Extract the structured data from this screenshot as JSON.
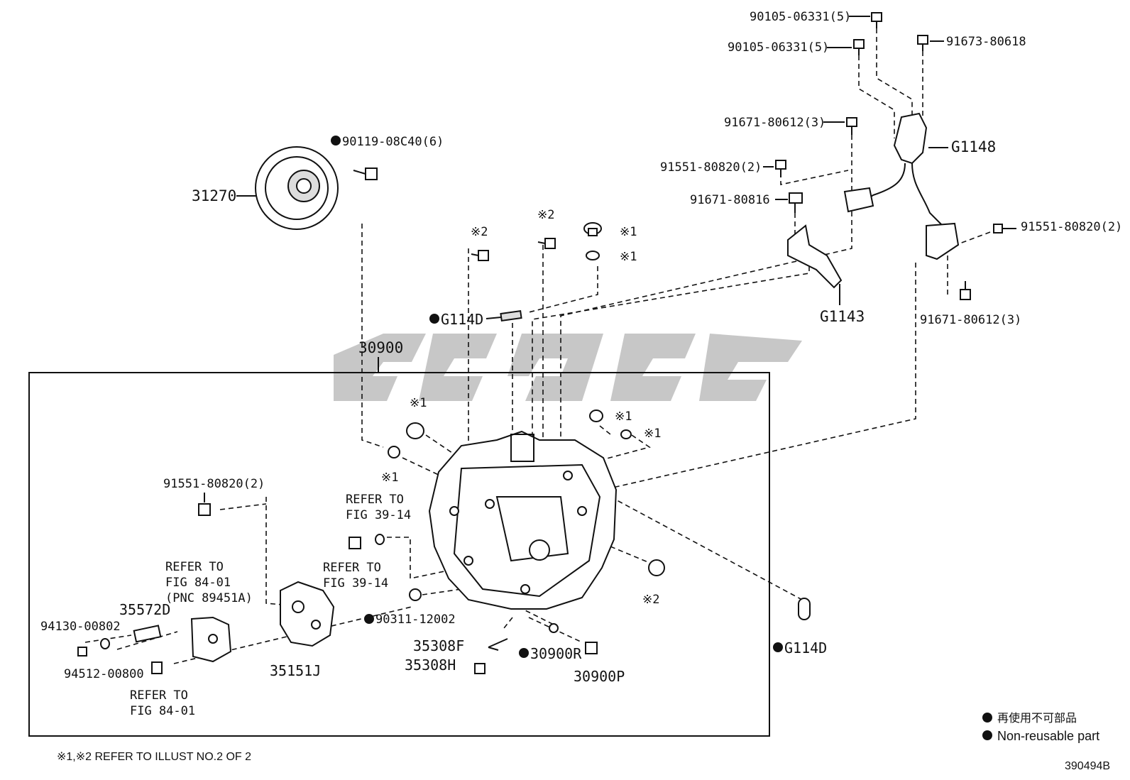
{
  "labels": {
    "p90105_a": "90105-06331(5)",
    "p90105_b": "90105-06331(5)",
    "p91673": "91673-80618",
    "p91671_80612_top": "91671-80612(3)",
    "pG1148": "G1148",
    "p91551_top": "91551-80820(2)",
    "p91671_80816": "91671-80816",
    "p91551_right": "91551-80820(2)",
    "pG1143": "G1143",
    "p91671_80612_right": "91671-80612(3)",
    "p90119": "90119-08C40(6)",
    "p31270": "31270",
    "p30900": "30900",
    "pG114D_top": "G114D",
    "pG114D_bottom": "G114D",
    "p91551_left": "91551-80820(2)",
    "refer_3914_a_1": "REFER TO",
    "refer_3914_a_2": "FIG 39-14",
    "refer_3914_b_1": "REFER TO",
    "refer_3914_b_2": "FIG 39-14",
    "refer_8401_a_1": "REFER TO",
    "refer_8401_a_2": "FIG 84-01",
    "refer_8401_a_3": "(PNC 89451A)",
    "refer_8401_b_1": "REFER TO",
    "refer_8401_b_2": "FIG 84-01",
    "p35572D": "35572D",
    "p94130": "94130-00802",
    "p94512": "94512-00800",
    "p35151J": "35151J",
    "p90311": "90311-12002",
    "p35308F": "35308F",
    "p35308H": "35308H",
    "p30900R": "30900R",
    "p30900P": "30900P",
    "mark1": "※1",
    "mark2": "※2",
    "footnote": "※1,※2 REFER TO ILLUST NO.2 OF 2",
    "legend_jp": "再使用不可部品",
    "legend_en": "Non-reusable part",
    "illust_no": "390494B"
  }
}
